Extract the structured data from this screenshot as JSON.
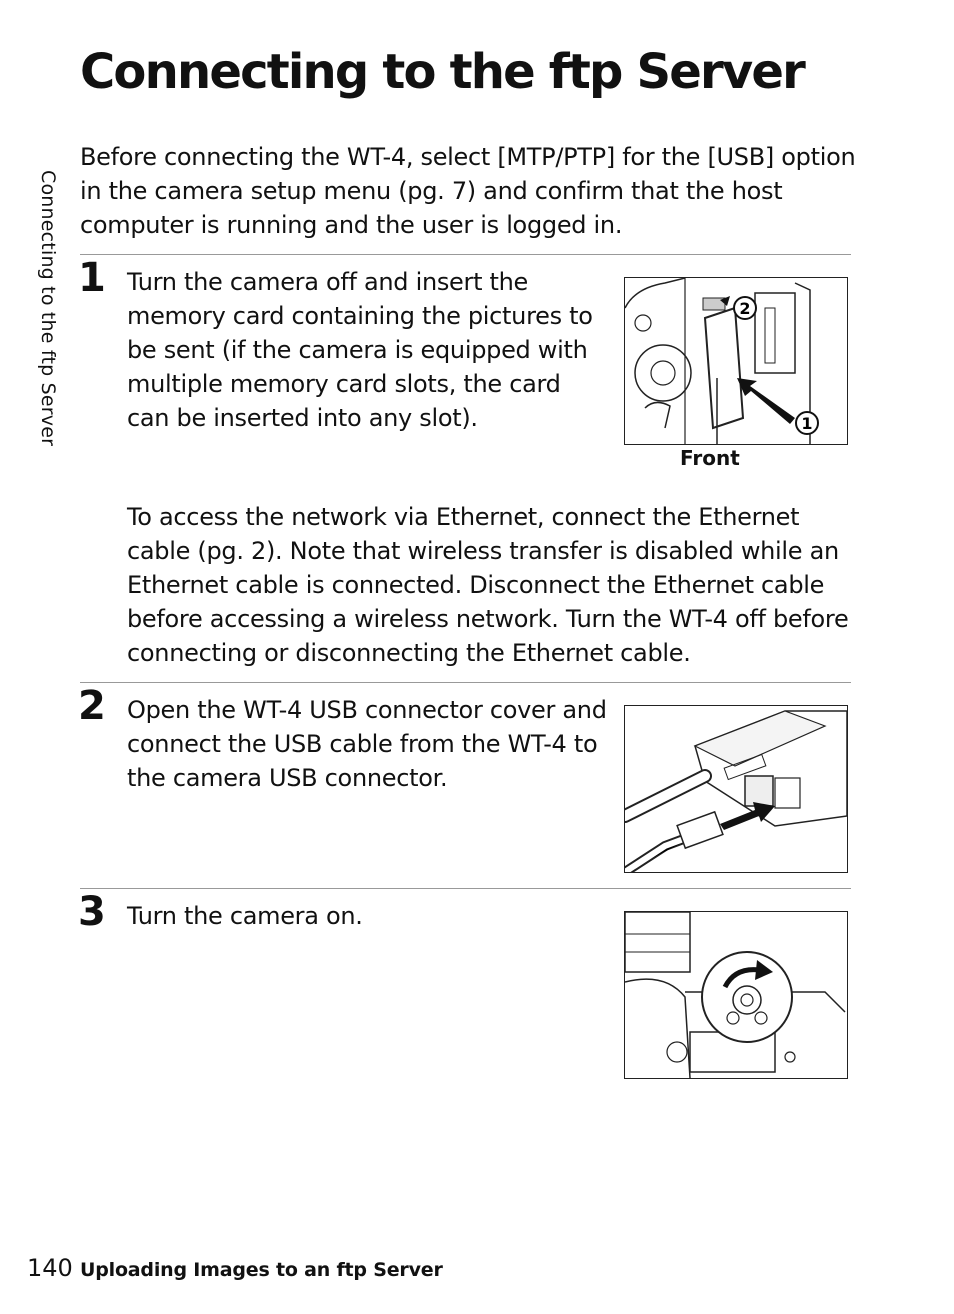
{
  "page": {
    "title": "Connecting to the ftp Server",
    "side_label": "Connecting to the ftp Server",
    "intro": "Before connecting the WT-4, select [MTP/PTP] for the [USB] option in the camera setup menu (pg. 7) and confirm that the host computer is running and the user is logged in."
  },
  "steps": [
    {
      "number": "1",
      "text": "Turn the camera off and insert the memory card containing the pictures to be sent (if the camera is equipped with multiple memory card slots, the card can be inserted into any slot).",
      "figure_label": "Front",
      "note": "To access the network via Ethernet, connect the Ethernet cable (pg. 2).  Note that wireless transfer is disabled while an Ethernet cable is connected.  Disconnect the Ethernet cable before accessing a wireless network.  Turn the WT-4 off before connecting or disconnecting the Ethernet cable."
    },
    {
      "number": "2",
      "text": "Open the WT-4 USB connector cover and connect the USB cable from the WT-4 to the camera USB connector."
    },
    {
      "number": "3",
      "text": "Turn the camera on."
    }
  ],
  "footer": {
    "page_number": "140",
    "section": "Uploading Images to an ftp Server"
  }
}
